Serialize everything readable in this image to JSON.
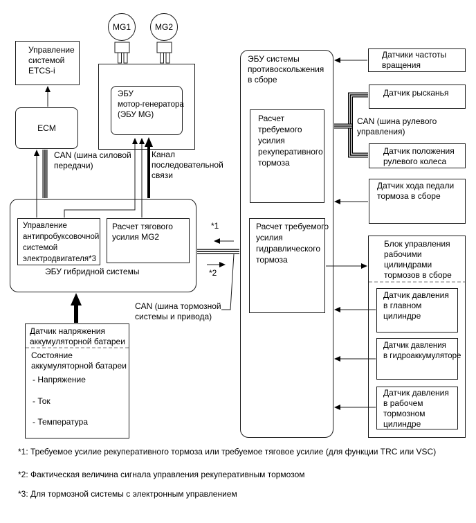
{
  "nodes": {
    "etcs": "Управление\nсистемой\nETCS-i",
    "ecm": "ECM",
    "mg1": "MG1",
    "mg2": "MG2",
    "mg_ecu": "ЭБУ\nмотор-генератора\n(ЭБУ MG)",
    "hybrid_ecu": "ЭБУ гибридной системы",
    "traction_control": "Управление\nантипробуксовочной\nсистемой\nэлектродвигателя*3",
    "mg2_torque": "Расчет тягового\nусилия MG2",
    "battery_sensor": "Датчик напряжения\nаккумуляторной батареи",
    "battery_state": "Состояние\nаккумуляторной батареи",
    "battery_params": [
      "- Напряжение",
      "- Ток",
      "- Температура"
    ],
    "skid_ecu": "ЭБУ системы\nпротивоскольжения\nв сборе",
    "regen_calc": "Расчет\nтребуемого\nусилия\nрекуперативного\nтормоза",
    "hydraulic_calc": "Расчет требуемого\nусилия\nгидравлического\nтормоза",
    "wheel_speed": "Датчики частоты\nвращения",
    "yaw": "Датчик рысканья",
    "steering_angle": "Датчик положения\nрулевого колеса",
    "pedal_stroke": "Датчик хода педали\nтормоза в сборе",
    "brake_actuator": "Блок управления\nрабочими\nцилиндрами\nтормозов в сборе",
    "master_cyl_pressure": "Датчик давления\nв главном\nцилиндре",
    "accumulator_pressure": "Датчик давления\nв гидроаккумуляторе",
    "wheel_cyl_pressure": "Датчик давления\nв рабочем\nтормозном\nцилиндре"
  },
  "labels": {
    "can_powertrain": "CAN (шина силовой\nпередачи)",
    "serial_link": "Канал\nпоследовательной\nсвязи",
    "can_brake": "CAN (шина тормозной\nсистемы и привода)",
    "can_steering": "CAN (шина рулевого\nуправления)",
    "star1": "*1",
    "star2": "*2"
  },
  "footnotes": [
    "*1: Требуемое усилие рекуперативного тормоза или требуемое тяговое усилие (для функции TRC или VSC)",
    "*2: Фактическая величина сигнала управления рекуперативным тормозом",
    "*3: Для тормозной системы с электронным управлением"
  ],
  "colors": {
    "line": "#1a1a1a",
    "dashed_divider": "#757575",
    "background": "#ffffff"
  }
}
